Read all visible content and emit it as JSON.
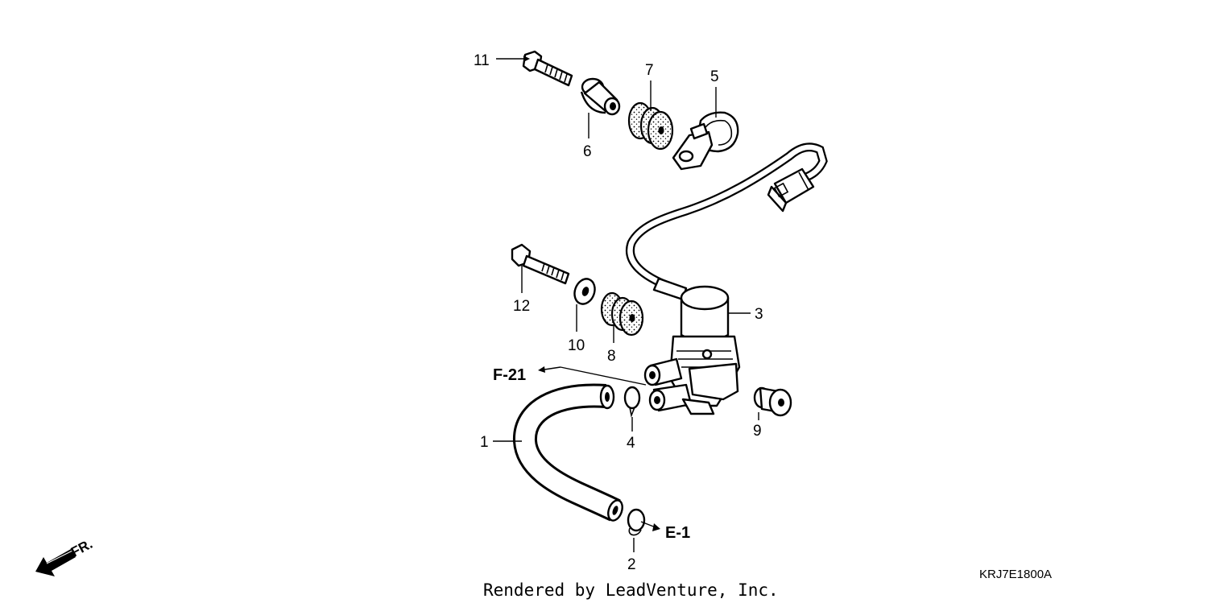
{
  "diagram": {
    "callouts": [
      {
        "id": "1",
        "label": "1"
      },
      {
        "id": "2",
        "label": "2"
      },
      {
        "id": "3",
        "label": "3"
      },
      {
        "id": "4",
        "label": "4"
      },
      {
        "id": "5",
        "label": "5"
      },
      {
        "id": "6",
        "label": "6"
      },
      {
        "id": "7",
        "label": "7"
      },
      {
        "id": "8",
        "label": "8"
      },
      {
        "id": "9",
        "label": "9"
      },
      {
        "id": "10",
        "label": "10"
      },
      {
        "id": "11",
        "label": "11"
      },
      {
        "id": "12",
        "label": "12"
      }
    ],
    "references": {
      "f21": "F-21",
      "e1": "E-1"
    },
    "direction_label": "FR.",
    "credit": "Rendered by LeadVenture, Inc.",
    "diagram_code": "KRJ7E1800A"
  }
}
